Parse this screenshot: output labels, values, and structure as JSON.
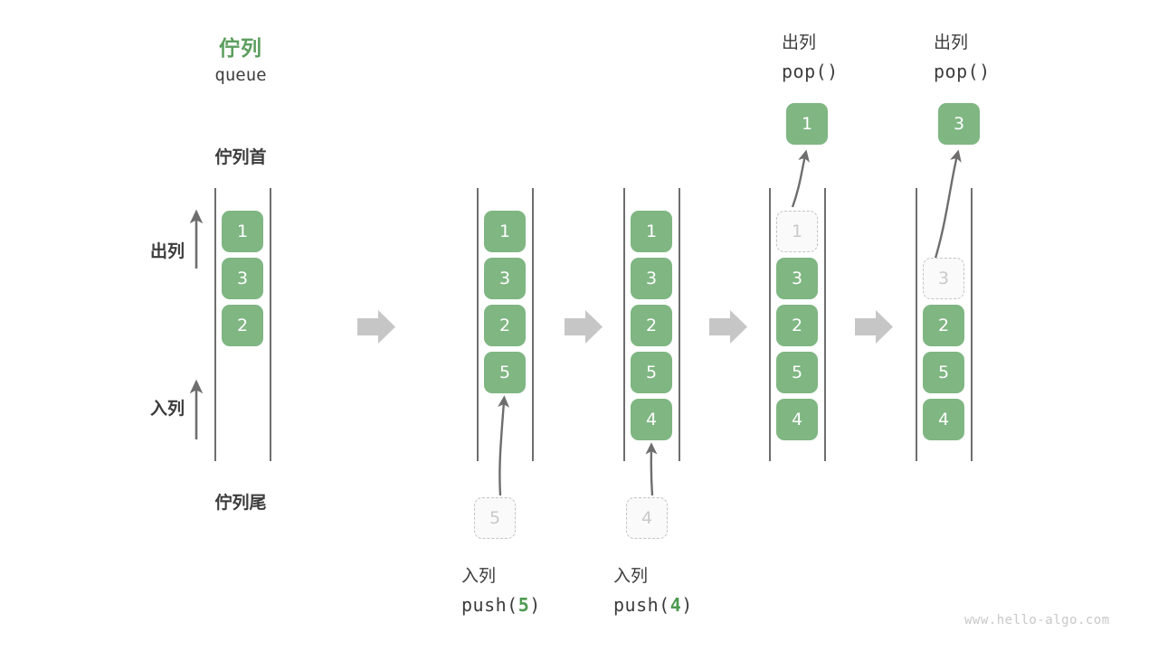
{
  "diagram": {
    "title_cn": "佇列",
    "title_en": "queue",
    "head_label": "佇列首",
    "tail_label": "佇列尾",
    "dequeue_label": "出列",
    "enqueue_label": "入列",
    "watermark": "www.hello-algo.com",
    "colors": {
      "node_fill": "#7FB682",
      "node_text": "#FFFFFF",
      "ghost_fill": "#FAFAFA",
      "ghost_border": "#C4C4C4",
      "ghost_text": "#C9C9C9",
      "rail": "#4A4A4A",
      "accent_green": "#5C9E5E",
      "arrow_gray": "#C6C6C6",
      "curve_gray": "#6E6E6E",
      "text_dark": "#3C3C3C",
      "watermark": "#C8C8C8"
    }
  },
  "stages": [
    {
      "id": "initial",
      "nodes": [
        {
          "value": "1",
          "ghost": false
        },
        {
          "value": "3",
          "ghost": false
        },
        {
          "value": "2",
          "ghost": false
        }
      ]
    },
    {
      "id": "after-push-5",
      "nodes": [
        {
          "value": "1",
          "ghost": false
        },
        {
          "value": "3",
          "ghost": false
        },
        {
          "value": "2",
          "ghost": false
        },
        {
          "value": "5",
          "ghost": false
        }
      ]
    },
    {
      "id": "after-push-4",
      "nodes": [
        {
          "value": "1",
          "ghost": false
        },
        {
          "value": "3",
          "ghost": false
        },
        {
          "value": "2",
          "ghost": false
        },
        {
          "value": "5",
          "ghost": false
        },
        {
          "value": "4",
          "ghost": false
        }
      ]
    },
    {
      "id": "after-pop-1",
      "nodes": [
        {
          "value": "1",
          "ghost": true
        },
        {
          "value": "3",
          "ghost": false
        },
        {
          "value": "2",
          "ghost": false
        },
        {
          "value": "5",
          "ghost": false
        },
        {
          "value": "4",
          "ghost": false
        }
      ]
    },
    {
      "id": "after-pop-3",
      "nodes": [
        {
          "value": "3",
          "ghost": true
        },
        {
          "value": "2",
          "ghost": false
        },
        {
          "value": "5",
          "ghost": false
        },
        {
          "value": "4",
          "ghost": false
        }
      ]
    }
  ],
  "operations": {
    "push_5": {
      "cn": "入列",
      "code_prefix": "push(",
      "code_arg": "5",
      "code_suffix": ")",
      "incoming_value": "5"
    },
    "push_4": {
      "cn": "入列",
      "code_prefix": "push(",
      "code_arg": "4",
      "code_suffix": ")",
      "incoming_value": "4"
    },
    "pop_1": {
      "cn": "出列",
      "code": "pop()",
      "popped_value": "1"
    },
    "pop_3": {
      "cn": "出列",
      "code": "pop()",
      "popped_value": "3"
    }
  }
}
